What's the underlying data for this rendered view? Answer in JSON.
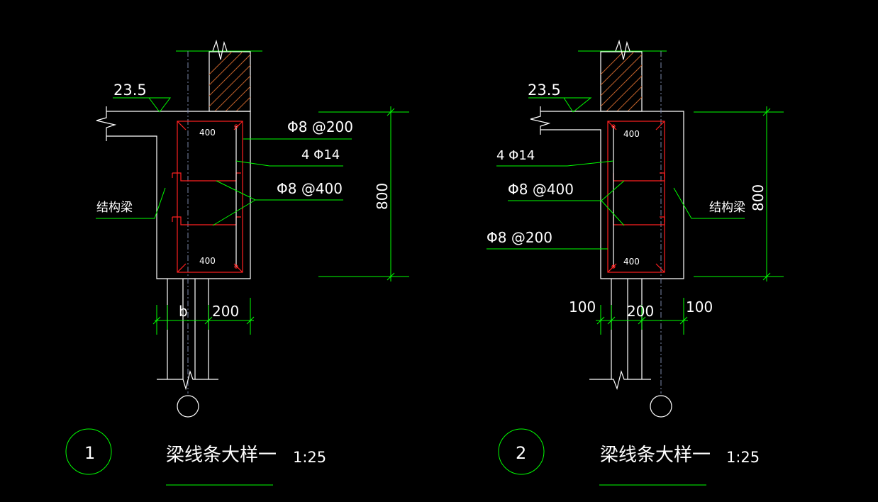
{
  "colors": {
    "background": "#000000",
    "outline": "#ffffff",
    "dimension": "#00ff00",
    "stirrup": "#ff2020",
    "centerline": "#7a86a8",
    "hatch": "#c0602a"
  },
  "detail1": {
    "number": "1",
    "title": "梁线条大样一",
    "scale": "1:25",
    "elevation": "23.5",
    "rebar_stirrup_200": "Φ8 @200",
    "rebar_main": "4 Φ14",
    "rebar_stirrup_400": "Φ8 @400",
    "beam_label": "结构梁",
    "height_dim": "800",
    "width_b": "b",
    "width_200": "200",
    "inner_top": "400",
    "inner_bottom": "400"
  },
  "detail2": {
    "number": "2",
    "title": "梁线条大样一",
    "scale": "1:25",
    "elevation": "23.5",
    "rebar_main": "4 Φ14",
    "rebar_stirrup_400": "Φ8 @400",
    "rebar_stirrup_200": "Φ8 @200",
    "beam_label": "结构梁",
    "height_dim": "800",
    "width_left": "100",
    "width_200": "200",
    "width_right": "100",
    "inner_top": "400",
    "inner_bottom": "400"
  }
}
